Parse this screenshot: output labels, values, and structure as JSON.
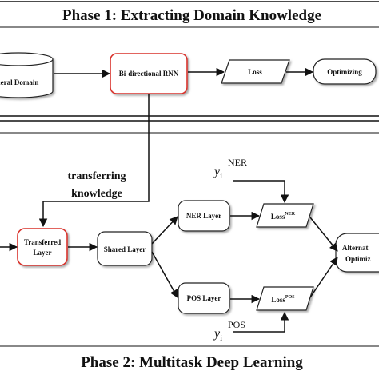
{
  "phase1": {
    "title": "Phase 1: Extracting Domain Knowledge"
  },
  "phase2": {
    "title": "Phase 2: Multitask Deep Learning"
  },
  "nodes": {
    "general_domain": "neral Domain",
    "birnn": "Bi-directional RNN",
    "loss": "Loss",
    "optimizing": "Optimizing",
    "transferred_line1": "Transferred",
    "transferred_line2": "Layer",
    "shared": "Shared Layer",
    "ner_layer": "NER Layer",
    "pos_layer": "POS Layer",
    "loss_ner_base": "Loss",
    "loss_ner_sup": "NER",
    "loss_pos_base": "Loss",
    "loss_pos_sup": "POS",
    "alternate_line1": "Alternat",
    "alternate_line2": "Optimiz"
  },
  "edge_labels": {
    "transfer_line1": "transferring",
    "transfer_line2": "knowledge"
  },
  "labels": {
    "y_ner_var": "y",
    "y_ner_sub": "i",
    "y_ner_sup": "NER",
    "y_pos_var": "y",
    "y_pos_sub": "i",
    "y_pos_sup": "POS"
  },
  "colors": {
    "highlight_border": "#d9302c",
    "box_border": "#222222",
    "line": "#111111"
  }
}
